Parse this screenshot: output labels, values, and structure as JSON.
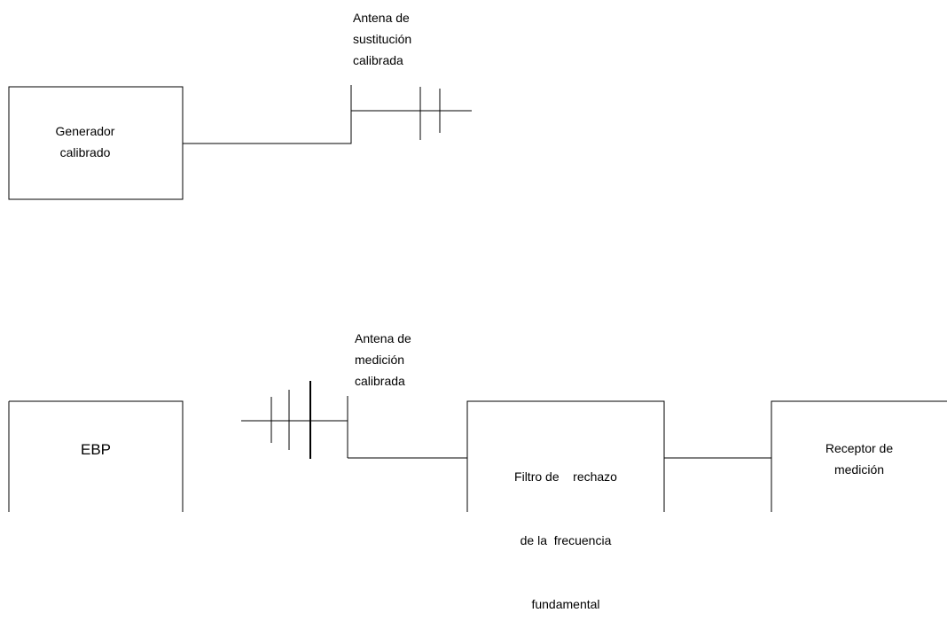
{
  "top_setup": {
    "generator_box": {
      "line1": "Generador",
      "line2": "calibrado"
    },
    "antenna_label": {
      "line1": "Antena de",
      "line2": "sustitución",
      "line3": "calibrada"
    }
  },
  "bottom_setup": {
    "ebp_box": {
      "label": "EBP"
    },
    "antenna_label": {
      "line1": "Antena de",
      "line2": "medición",
      "line3": "calibrada"
    },
    "filter_box": {
      "line1": "Filtro de    rechazo",
      "line2": "de la  frecuencia",
      "line3": "fundamental"
    },
    "receiver_box": {
      "line1": "Receptor de",
      "line2": "medición"
    }
  }
}
